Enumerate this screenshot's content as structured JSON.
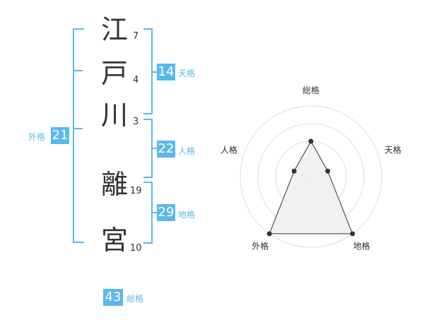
{
  "name": {
    "chars": [
      {
        "char": "江",
        "strokes": "7"
      },
      {
        "char": "戸",
        "strokes": "4"
      },
      {
        "char": "川",
        "strokes": "3"
      },
      {
        "char": "離",
        "strokes": "19"
      },
      {
        "char": "宮",
        "strokes": "10"
      }
    ]
  },
  "fortunes": {
    "tenkaku": {
      "value": "14",
      "label": "天格"
    },
    "jinkaku": {
      "value": "22",
      "label": "人格"
    },
    "chikaku": {
      "value": "29",
      "label": "地格"
    },
    "gaikaku": {
      "value": "21",
      "label": "外格"
    },
    "soukaku": {
      "value": "43",
      "label": "総格"
    }
  },
  "chart_data": {
    "type": "radar",
    "axes": [
      "総格",
      "天格",
      "地格",
      "外格",
      "人格"
    ],
    "rings": 4,
    "series": [
      {
        "values": [
          2,
          1,
          4,
          4,
          1
        ]
      }
    ],
    "colors": {
      "accent": "#5bb8ee",
      "fill": "#f0f0f0",
      "line": "#333333",
      "grid": "#dddddd"
    }
  }
}
